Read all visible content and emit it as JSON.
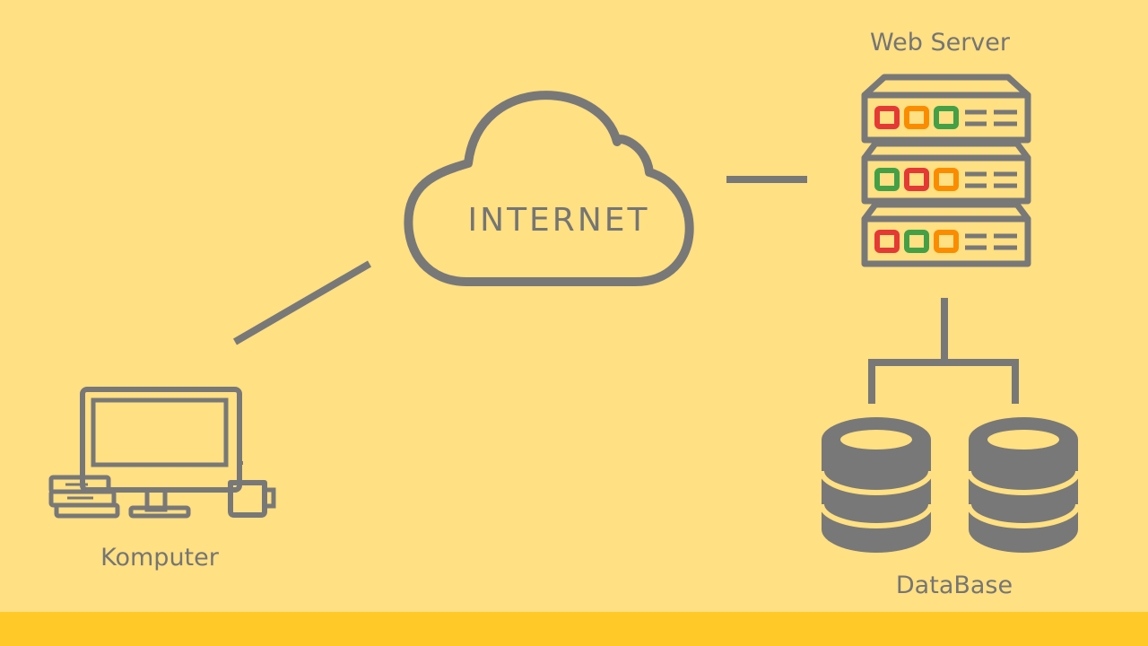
{
  "colors": {
    "background": "#FFE082",
    "bottom_bar": "#FFCA28",
    "stroke": "#787878",
    "text": "#757575",
    "led_red": "#E53935",
    "led_orange": "#FB8C00",
    "led_green": "#43A047"
  },
  "labels": {
    "internet": "INTERNET",
    "web_server": "Web Server",
    "computer": "Komputer",
    "database": "DataBase"
  },
  "icons": {
    "cloud": "cloud-icon",
    "server": "server-rack-icon",
    "computer": "desktop-computer-icon",
    "database": "database-icon"
  },
  "server_leds": [
    [
      "led_red",
      "led_orange",
      "led_green"
    ],
    [
      "led_green",
      "led_red",
      "led_orange"
    ],
    [
      "led_red",
      "led_green",
      "led_orange"
    ]
  ]
}
